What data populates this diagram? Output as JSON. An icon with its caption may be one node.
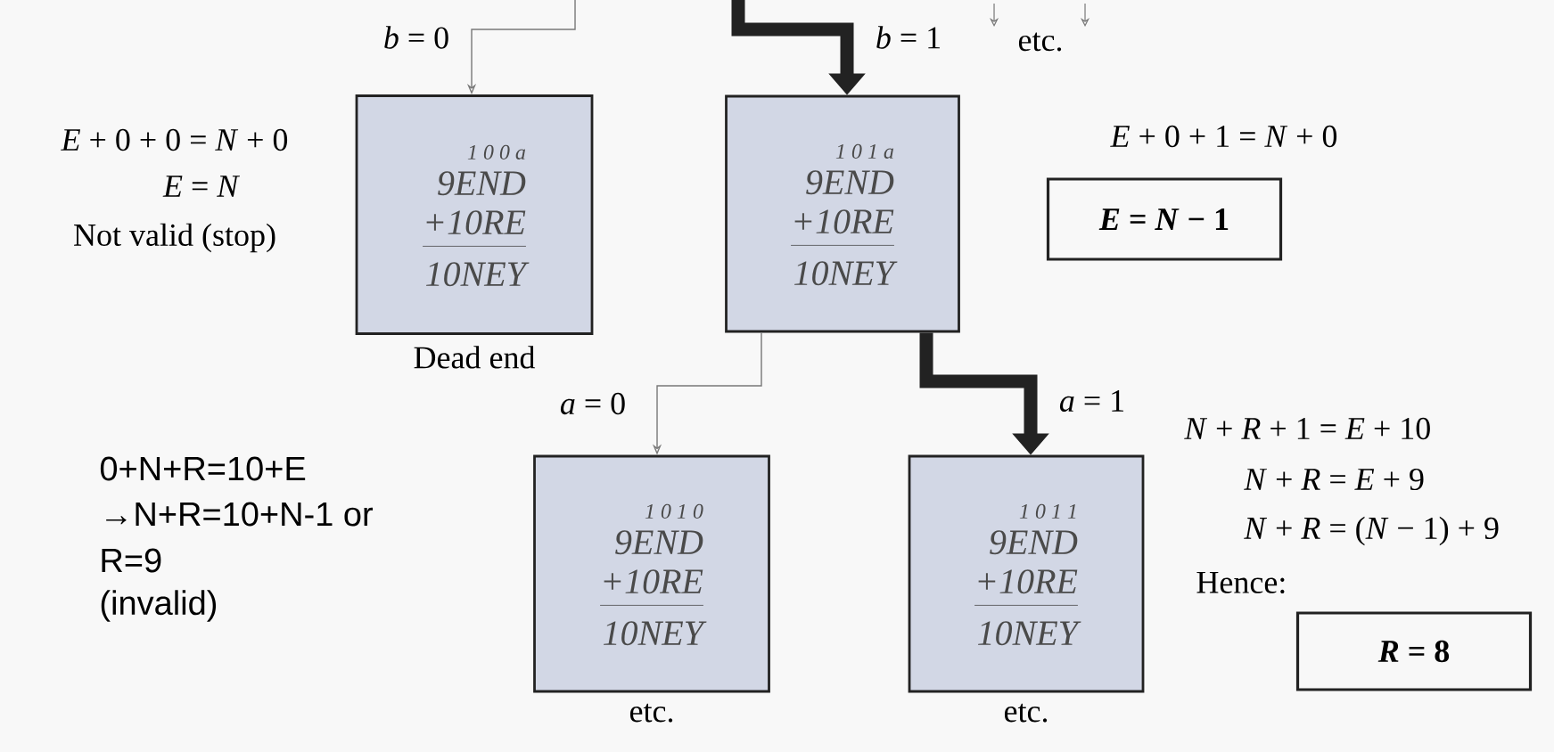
{
  "diagram": {
    "nodes": [
      {
        "text": [
          "1 0 0 a",
          "9END",
          "+10RE",
          "10NEY"
        ],
        "beside": [
          "Dead end"
        ]
      },
      {
        "text": [
          "1 0 1 a",
          "9END",
          "+10RE",
          "10NEY"
        ]
      },
      {
        "text": [
          "1 0 1 0",
          "9END",
          "+10RE",
          "10NEY"
        ],
        "beside": [
          "etc."
        ]
      },
      {
        "text": [
          "1 0 1 1",
          "9END",
          "+10RE",
          "10NEY"
        ],
        "beside": [
          "etc."
        ]
      },
      {
        "text": [
          "*E* = *N* − 1"
        ]
      },
      {
        "text": [
          "*R* = 8"
        ]
      }
    ],
    "edges": [
      {
        "from": null,
        "to": 0,
        "arrow": "to",
        "label": "*b* = 0"
      },
      {
        "from": null,
        "to": 1,
        "arrow": "to",
        "label": "*b* = 1",
        "style": "thick"
      },
      {
        "from": 1,
        "to": 2,
        "arrow": "to",
        "label": "*a* = 0"
      },
      {
        "from": 1,
        "to": 3,
        "arrow": "to",
        "label": "*a* = 1",
        "style": "thick"
      }
    ],
    "labels": [
      "*E* + 0 + 0 = *N* + 0",
      "*E* = *N*",
      "Not valid (stop)",
      "etc.",
      "*E* + 0 + 1 = *N* + 0",
      "0+N+R=10+E",
      "→N+R=10+N-1 or",
      "R=9",
      "(invalid)",
      "*N* + *R* + 1 = *E* + 10",
      "*N* + *R* = *E* + 9",
      "*N* + *R* = (*N* − 1) + 9",
      "Hence:"
    ]
  }
}
